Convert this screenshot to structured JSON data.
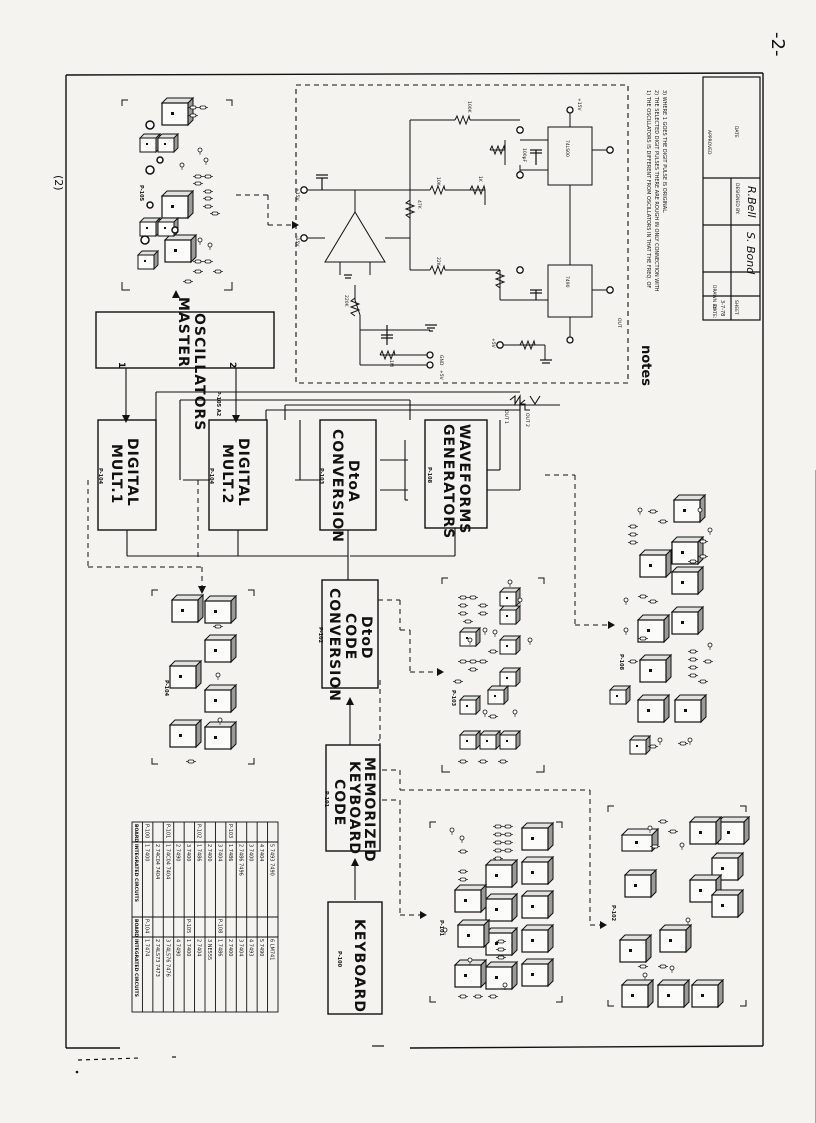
{
  "page_number": "-2-",
  "corner_mark": "(2)",
  "blocks": {
    "master_oscillators": {
      "lines": [
        "MASTER",
        "OSCILLATORS"
      ],
      "part": "P-105 A2"
    },
    "digital_mult_1": {
      "lines": [
        "DIGITAL",
        "MULT.1"
      ],
      "part": "P-104"
    },
    "digital_mult_2": {
      "lines": [
        "DIGITAL",
        "MULT.2"
      ],
      "part": "P-104"
    },
    "d_to_a": {
      "lines": [
        "DtoA",
        "CONVERSION"
      ],
      "part": "P-103"
    },
    "waveforms": {
      "lines": [
        "WAVEFORMS",
        "GENERATORS"
      ],
      "part": "P-108"
    },
    "d_to_d": {
      "lines": [
        "DtoD",
        "CODE",
        "CONVERSION"
      ],
      "part": "P-102"
    },
    "memorized": {
      "lines": [
        "MEMORIZED",
        "KEYBOARD",
        "CODE"
      ],
      "part": "P-101"
    },
    "keyboard": {
      "lines": [
        "KEYBOARD"
      ],
      "part": "P-100"
    }
  },
  "line_labels": {
    "osc1": "1",
    "osc2": "2"
  },
  "board_labels": {
    "osc_board": "P-105",
    "mult_board": "P-104",
    "dtoa_board": "P-103",
    "waveform_board": "P-108",
    "keyboard_board": "P-101",
    "dtod_board": "P-102"
  },
  "waveform_outputs": [
    "OUT 1",
    "OUT 2"
  ],
  "notes": {
    "title": "notes",
    "items": [
      "1) THE OSCILLATORS IS DIFFERENT FROM OSCILLATORS IN THAT THE FREQ. OF",
      "2) THE SELECTED DIGIT PULSES THERE ARE ROUGH IN ONLY CONNECTION WITH",
      "3) WHERE 1 GOES THE DIGIT PULSE IS ORIGINAL."
    ]
  },
  "title_block": {
    "rows": [
      "DRAWN BY:",
      "DATE:",
      "DESIGNED BY:",
      "DATE",
      "APPROVED",
      "SHEET"
    ],
    "drawn_by": "S. Bond",
    "designed_by": "R.Bell",
    "date": "3-7-78"
  },
  "schematic_labels": [
    "+15V",
    "-15V",
    "+5V",
    "GND",
    "100K",
    "10K",
    "1K",
    "47K",
    "22K",
    "220K",
    "100pF",
    "74LS00",
    "7490",
    "1M",
    "OUT"
  ],
  "table": {
    "headers": [
      "BOARD",
      "INTEGRATED CIRCUITS",
      "BOARD",
      "INTEGRATED CIRCUITS"
    ],
    "rows": [
      [
        "P-100",
        "1  7400",
        "P-104",
        "1  7474"
      ],
      [
        "",
        "2  74C04 7404",
        "",
        "2  74LS73 7473"
      ],
      [
        "P-101",
        "1  74C04 7404",
        "",
        "3  74LS76 7476"
      ],
      [
        "",
        "2  7490",
        "",
        "4  7490"
      ],
      [
        "",
        "3  7400",
        "P-105",
        "1  7400"
      ],
      [
        "P-102",
        "1  7486",
        "",
        "2  7404"
      ],
      [
        "",
        "2  7400",
        "",
        "3  NE555"
      ],
      [
        "",
        "3  7404",
        "P-108",
        "1  7486"
      ],
      [
        "P-103",
        "1  7486",
        "",
        "2  7400"
      ],
      [
        "",
        "2  7486  7496",
        "",
        "3  7404"
      ],
      [
        "",
        "3  7400",
        "",
        "4  7493"
      ],
      [
        "",
        "4  7404",
        "",
        "5  7490"
      ],
      [
        "",
        "5  7493 7490",
        "",
        "6  LM741"
      ]
    ]
  },
  "colors": {
    "ink": "#111111",
    "paper": "#f4f3ef",
    "chip": "#f8f8f6"
  }
}
